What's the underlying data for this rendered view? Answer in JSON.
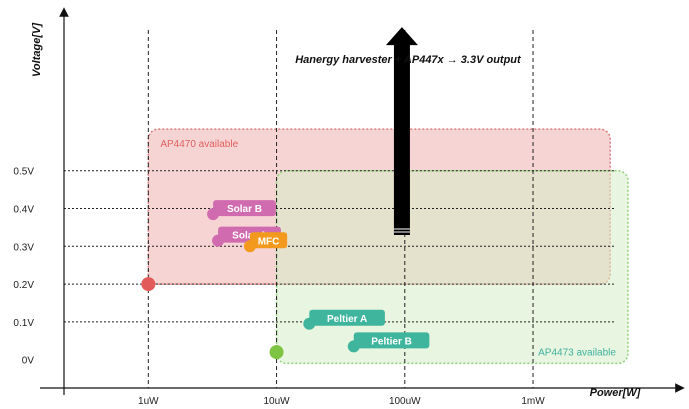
{
  "chart_data": {
    "type": "scatter",
    "xlabel": "Power[W]",
    "ylabel": "Voltage[V]",
    "x_scale": "log",
    "x_ticks": [
      {
        "value": 1e-06,
        "label": "1uW"
      },
      {
        "value": 1e-05,
        "label": "10uW"
      },
      {
        "value": 0.0001,
        "label": "100uW"
      },
      {
        "value": 0.001,
        "label": "1mW"
      }
    ],
    "y_ticks": [
      {
        "value": 0,
        "label": "0V"
      },
      {
        "value": 0.1,
        "label": "0.1V"
      },
      {
        "value": 0.2,
        "label": "0.2V"
      },
      {
        "value": 0.3,
        "label": "0.3V"
      },
      {
        "value": 0.4,
        "label": "0.4V"
      },
      {
        "value": 0.5,
        "label": "0.5V"
      }
    ],
    "xlim": [
      2.2e-07,
      0.014
    ],
    "ylim": [
      -0.075,
      0.92
    ],
    "grid": {
      "vertical": "dashed",
      "horizontal": "dotted"
    },
    "regions": [
      {
        "label": "AP4470 available",
        "x": [
          1e-06,
          0.004
        ],
        "y": [
          0.2,
          0.61
        ],
        "fill": "#f4c6c6",
        "stroke": "#e07a7a",
        "text_color": "#e06060",
        "label_pos": "top-left"
      },
      {
        "label": "AP4473 available",
        "x": [
          1e-05,
          0.0055
        ],
        "y": [
          -0.01,
          0.5
        ],
        "fill": "#d6ecc6",
        "stroke": "#8fd07a",
        "text_color": "#3fb0a0",
        "label_pos": "bottom-right"
      }
    ],
    "series": [
      {
        "name": "Solar B",
        "x": 3.2e-06,
        "y": 0.385,
        "color": "#d16bb0"
      },
      {
        "name": "Solar A",
        "x": 3.5e-06,
        "y": 0.315,
        "color": "#d16bb0"
      },
      {
        "name": "MFC",
        "x": 6.2e-06,
        "y": 0.3,
        "color": "#f39a1e"
      },
      {
        "name": "Peltier A",
        "x": 1.8e-05,
        "y": 0.095,
        "color": "#3fb59d"
      },
      {
        "name": "Peltier B",
        "x": 4e-05,
        "y": 0.035,
        "color": "#3fb59d"
      }
    ],
    "extra_points": [
      {
        "x": 1e-06,
        "y": 0.2,
        "color": "#e35a5a"
      },
      {
        "x": 1e-05,
        "y": 0.02,
        "color": "#7dc443"
      }
    ],
    "arrow": {
      "label": "Hanergy harvester + AP447x → 3.3V output",
      "x": 9.5e-05,
      "y_from": 0.33,
      "y_to": 0.88,
      "color": "#000000"
    }
  }
}
